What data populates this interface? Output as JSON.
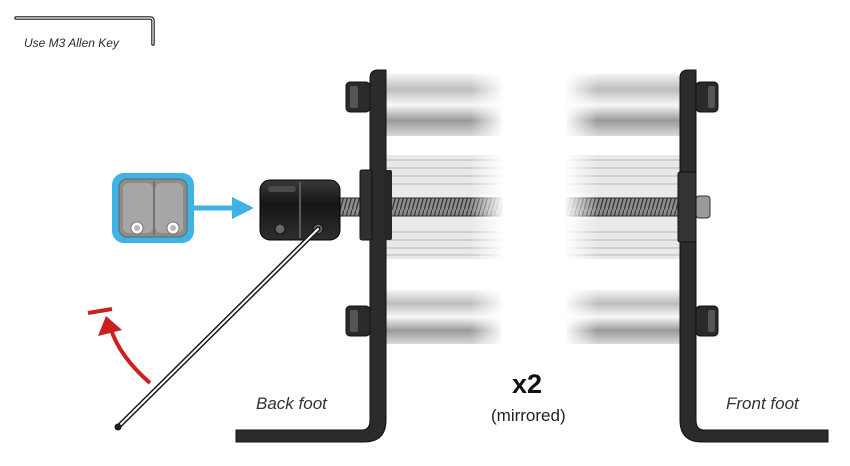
{
  "tool": {
    "label": "Use M3 Allen Key",
    "icon": "allen-key-icon"
  },
  "labels": {
    "back_foot": "Back foot",
    "front_foot": "Front foot",
    "quantity": "x2",
    "quantity_note": "(mirrored)"
  },
  "colors": {
    "highlight": "#3db4e5",
    "rotation_arrow": "#cc1f1f",
    "frame": "#2b2b2b"
  }
}
